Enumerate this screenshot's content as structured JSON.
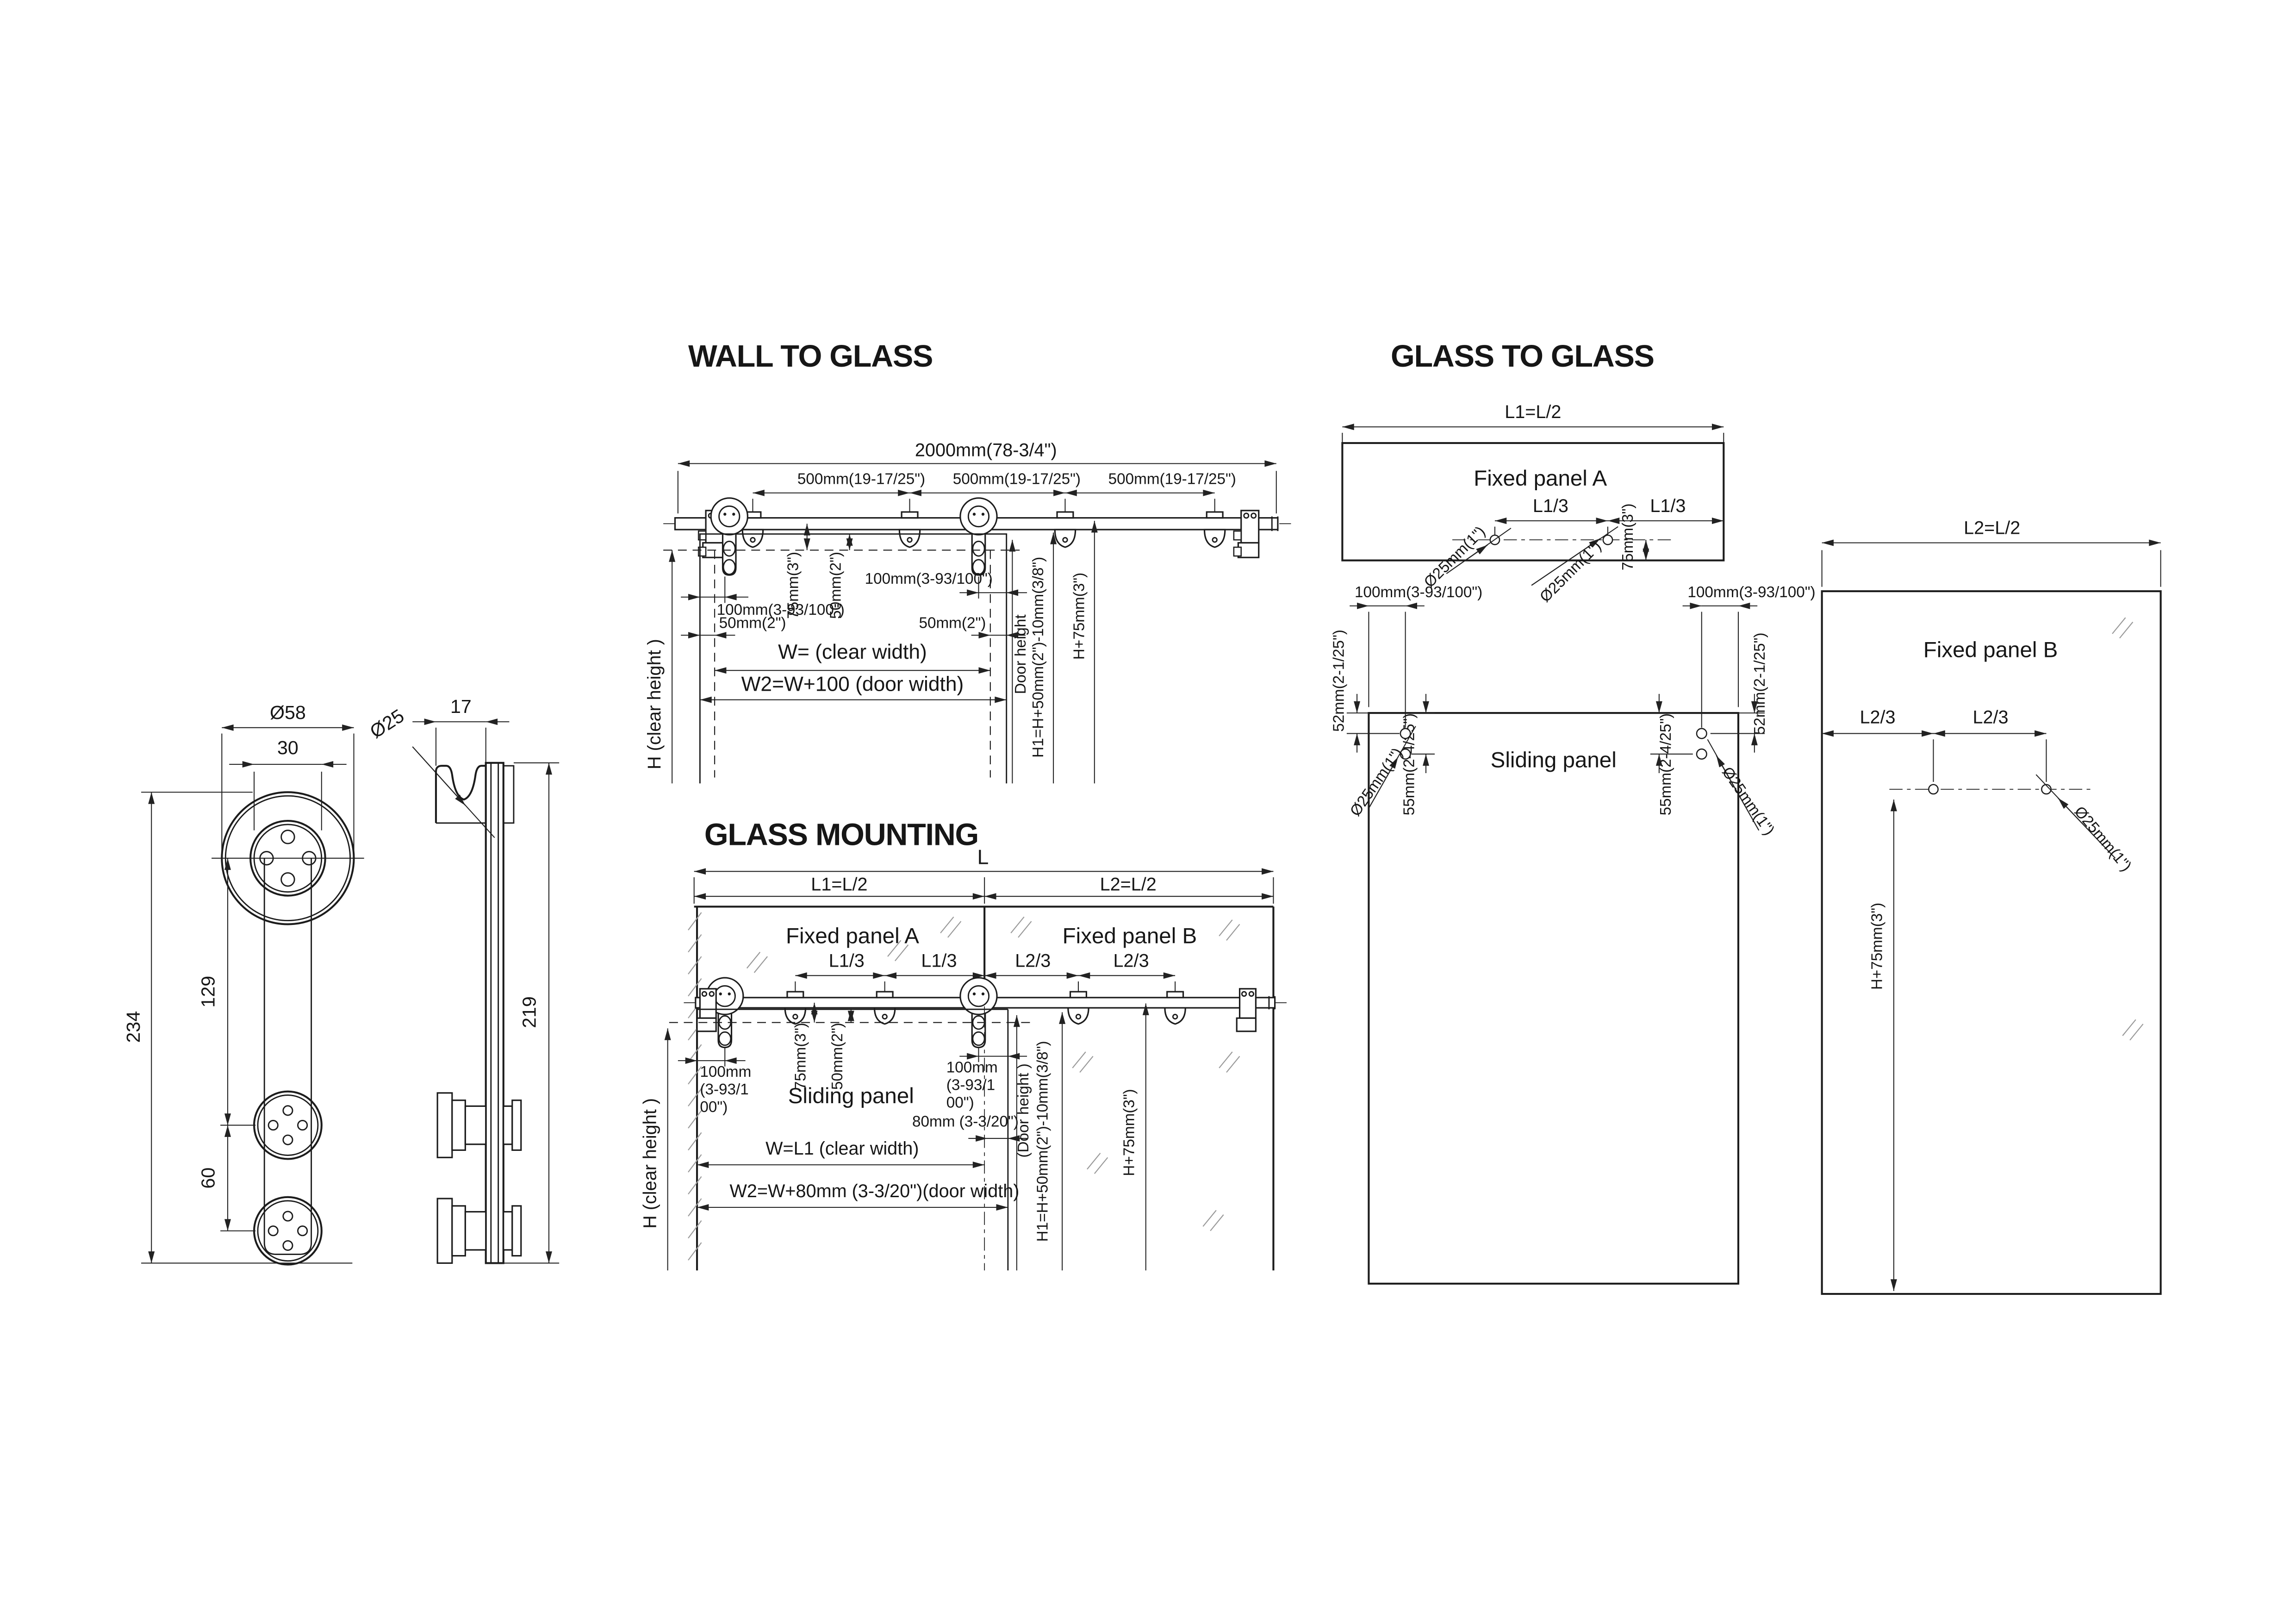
{
  "roller_detail": {
    "front": {
      "dia_outer": "Ø58",
      "hub": "30",
      "total_height": "234",
      "upper_span": "129",
      "lower_span": "60"
    },
    "side": {
      "width": "17",
      "groove_dia": "Ø25",
      "height": "219"
    }
  },
  "wall_to_glass": {
    "title": "WALL TO GLASS",
    "track_length": "2000mm(78-3/4\")",
    "spacings": [
      "500mm(19-17/25\")",
      "500mm(19-17/25\")",
      "500mm(19-17/25\")"
    ],
    "clear_height": "H (clear height )",
    "offset_75": "75mm(3\")",
    "offset_50": "50mm(2\")",
    "edge_100_left": "100mm(3-93/100\")",
    "edge_100_right": "100mm(3-93/100\")",
    "edge_50_left": "50mm(2\")",
    "edge_50_right": "50mm(2\")",
    "clear_width": "W= (clear width)",
    "door_width": "W2=W+100 (door width)",
    "door_height": "Door height",
    "door_height_formula": "H1=H+50mm(2\")-10mm(3/8\")",
    "track_height": "H+75mm(3\")"
  },
  "glass_mounting": {
    "title": "GLASS MOUNTING",
    "total_length": "L",
    "half_left": "L1=L/2",
    "half_right": "L2=L/2",
    "fixed_panel_a": "Fixed panel  A",
    "fixed_panel_b": "Fixed panel  B",
    "thirds_left": [
      "L1/3",
      "L1/3"
    ],
    "thirds_right": [
      "L2/3",
      "L2/3"
    ],
    "offset_75": "75mm(3\")",
    "offset_50": "50mm(2\")",
    "edge_100_left_lines": [
      "100mm",
      "(3-93/1",
      "00\")"
    ],
    "edge_100_right_lines": [
      "100mm",
      "(3-93/1",
      "00\")"
    ],
    "sliding_panel": "Sliding panel",
    "overlap_80": "80mm (3-3/20\")",
    "door_height": "(Door height )",
    "door_height_formula": "H1=H+50mm(2\")-10mm(3/8\")",
    "track_height": "H+75mm(3\")",
    "clear_height": "H (clear height )",
    "clear_width": "W=L1  (clear width)",
    "door_width": "W2=W+80mm (3-3/20\")(door width)"
  },
  "glass_to_glass": {
    "title": "GLASS TO GLASS",
    "panel_a": {
      "half": "L1=L/2",
      "name": "Fixed panel  A",
      "thirds": [
        "L1/3",
        "L1/3"
      ],
      "holes": [
        "Ø25mm(1\")",
        "Ø25mm(1\")"
      ],
      "offset_75": "75mm(3\")"
    },
    "sliding": {
      "name": "Sliding panel",
      "edge_100_left": "100mm(3-93/100\")",
      "edge_100_right": "100mm(3-93/100\")",
      "top_52_left": "52mm(2-1/25\")",
      "top_55_left": "55mm(2-4/25\")",
      "hole_left": "Ø25mm(1\")",
      "top_55_right": "55mm(2-4/25\")",
      "top_52_right": "52mm(2-1/25\")",
      "hole_right": "Ø25mm(1\")"
    },
    "panel_b": {
      "half": "L2=L/2",
      "name": "Fixed panel  B",
      "thirds": [
        "L2/3",
        "L2/3"
      ],
      "hole": "Ø25mm(1\")",
      "height": "H+75mm(3\")"
    }
  }
}
